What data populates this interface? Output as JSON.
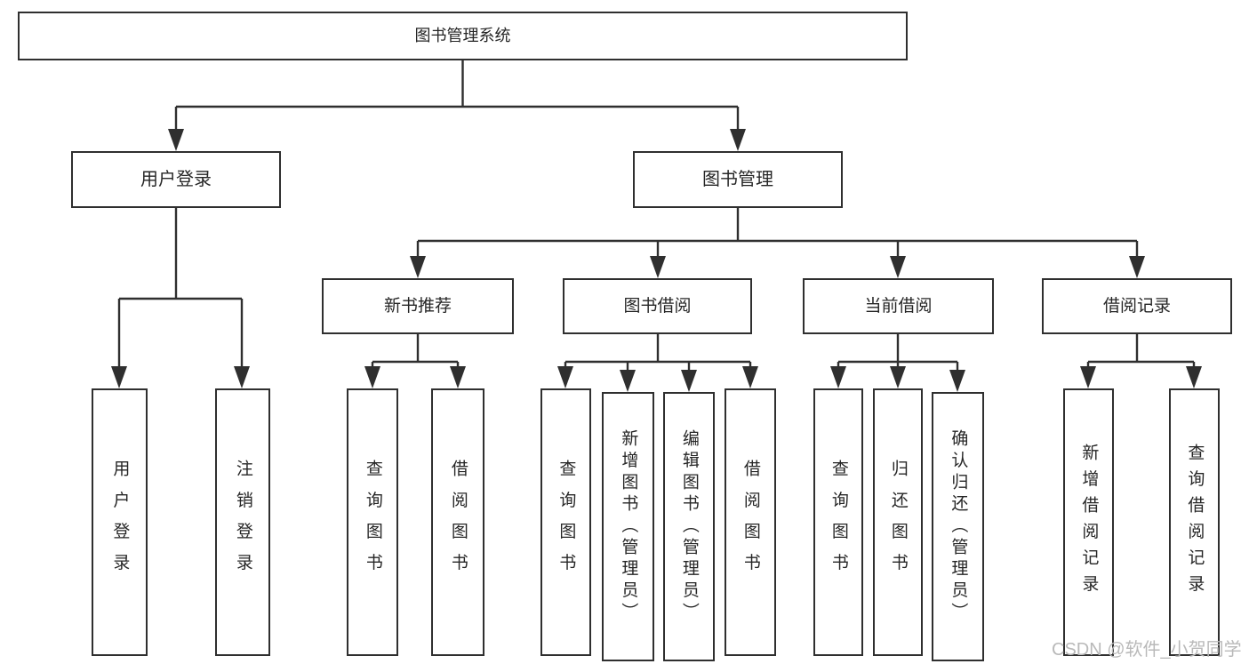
{
  "tree": {
    "label": "图书管理系统",
    "children": [
      {
        "label": "用户登录",
        "children": [
          {
            "label": "用户登录"
          },
          {
            "label": "注销登录"
          }
        ]
      },
      {
        "label": "图书管理",
        "children": [
          {
            "label": "新书推荐",
            "children": [
              {
                "label": "查询图书"
              },
              {
                "label": "借阅图书"
              }
            ]
          },
          {
            "label": "图书借阅",
            "children": [
              {
                "label": "查询图书"
              },
              {
                "label": "新增图书（管理员）"
              },
              {
                "label": "编辑图书（管理员）"
              },
              {
                "label": "借阅图书"
              }
            ]
          },
          {
            "label": "当前借阅",
            "children": [
              {
                "label": "查询图书"
              },
              {
                "label": "归还图书"
              },
              {
                "label": "确认归还（管理员）"
              }
            ]
          },
          {
            "label": "借阅记录",
            "children": [
              {
                "label": "新增借阅记录"
              },
              {
                "label": "查询借阅记录"
              }
            ]
          }
        ]
      }
    ]
  },
  "watermark": {
    "text": "CSDN @软件_小贺同学",
    "color": "#b9b9b9"
  },
  "colors": {
    "background": "#ffffff",
    "box_fill": "#ffffff",
    "box_border": "#2f2f2f",
    "connector": "#2f2f2f",
    "text": "#262626",
    "watermark": "#b9b9b9"
  }
}
